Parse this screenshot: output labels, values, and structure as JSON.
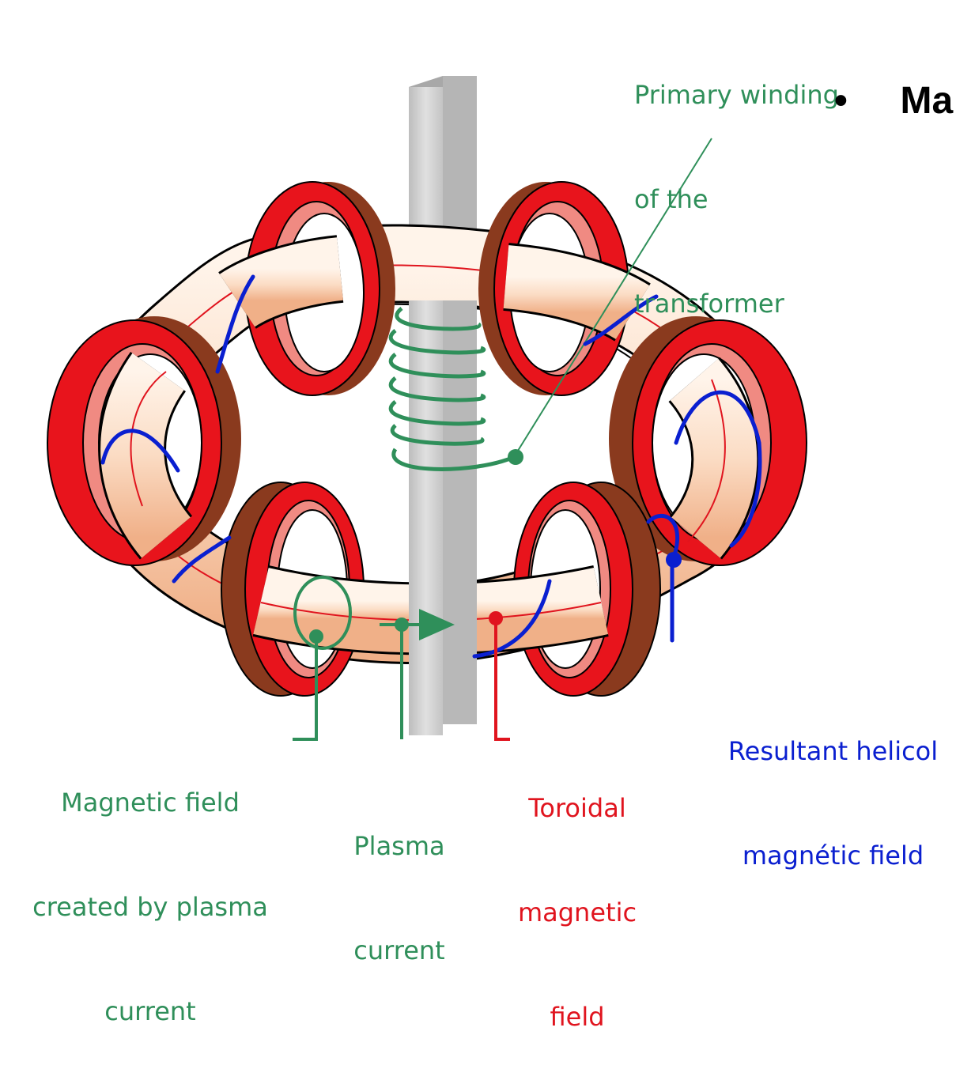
{
  "labels": {
    "primary_winding": [
      "Primary winding",
      "of the",
      "transformer"
    ],
    "bullet_text": "Ma",
    "resultant_field": [
      "Resultant helicol",
      "magnétic field"
    ],
    "plasma_field": [
      "Magnetic field",
      "created by plasma",
      "current"
    ],
    "plasma_current": [
      "Plasma",
      "current"
    ],
    "toroidal_field": [
      "Toroidal",
      "magnetic",
      "field"
    ]
  },
  "colors": {
    "coil_red": "#e8141c",
    "coil_brown": "#8a3a1e",
    "coil_pink": "#f08a82",
    "tube_light": "#fbe3cf",
    "tube_shade": "#f2b48c",
    "field_blue": "#0a1fd0",
    "winding_green": "#2f8f5a",
    "field_line_red": "#e0141e",
    "column_grey": "#cfcfcf"
  },
  "icons": [
    "bullet-icon"
  ]
}
